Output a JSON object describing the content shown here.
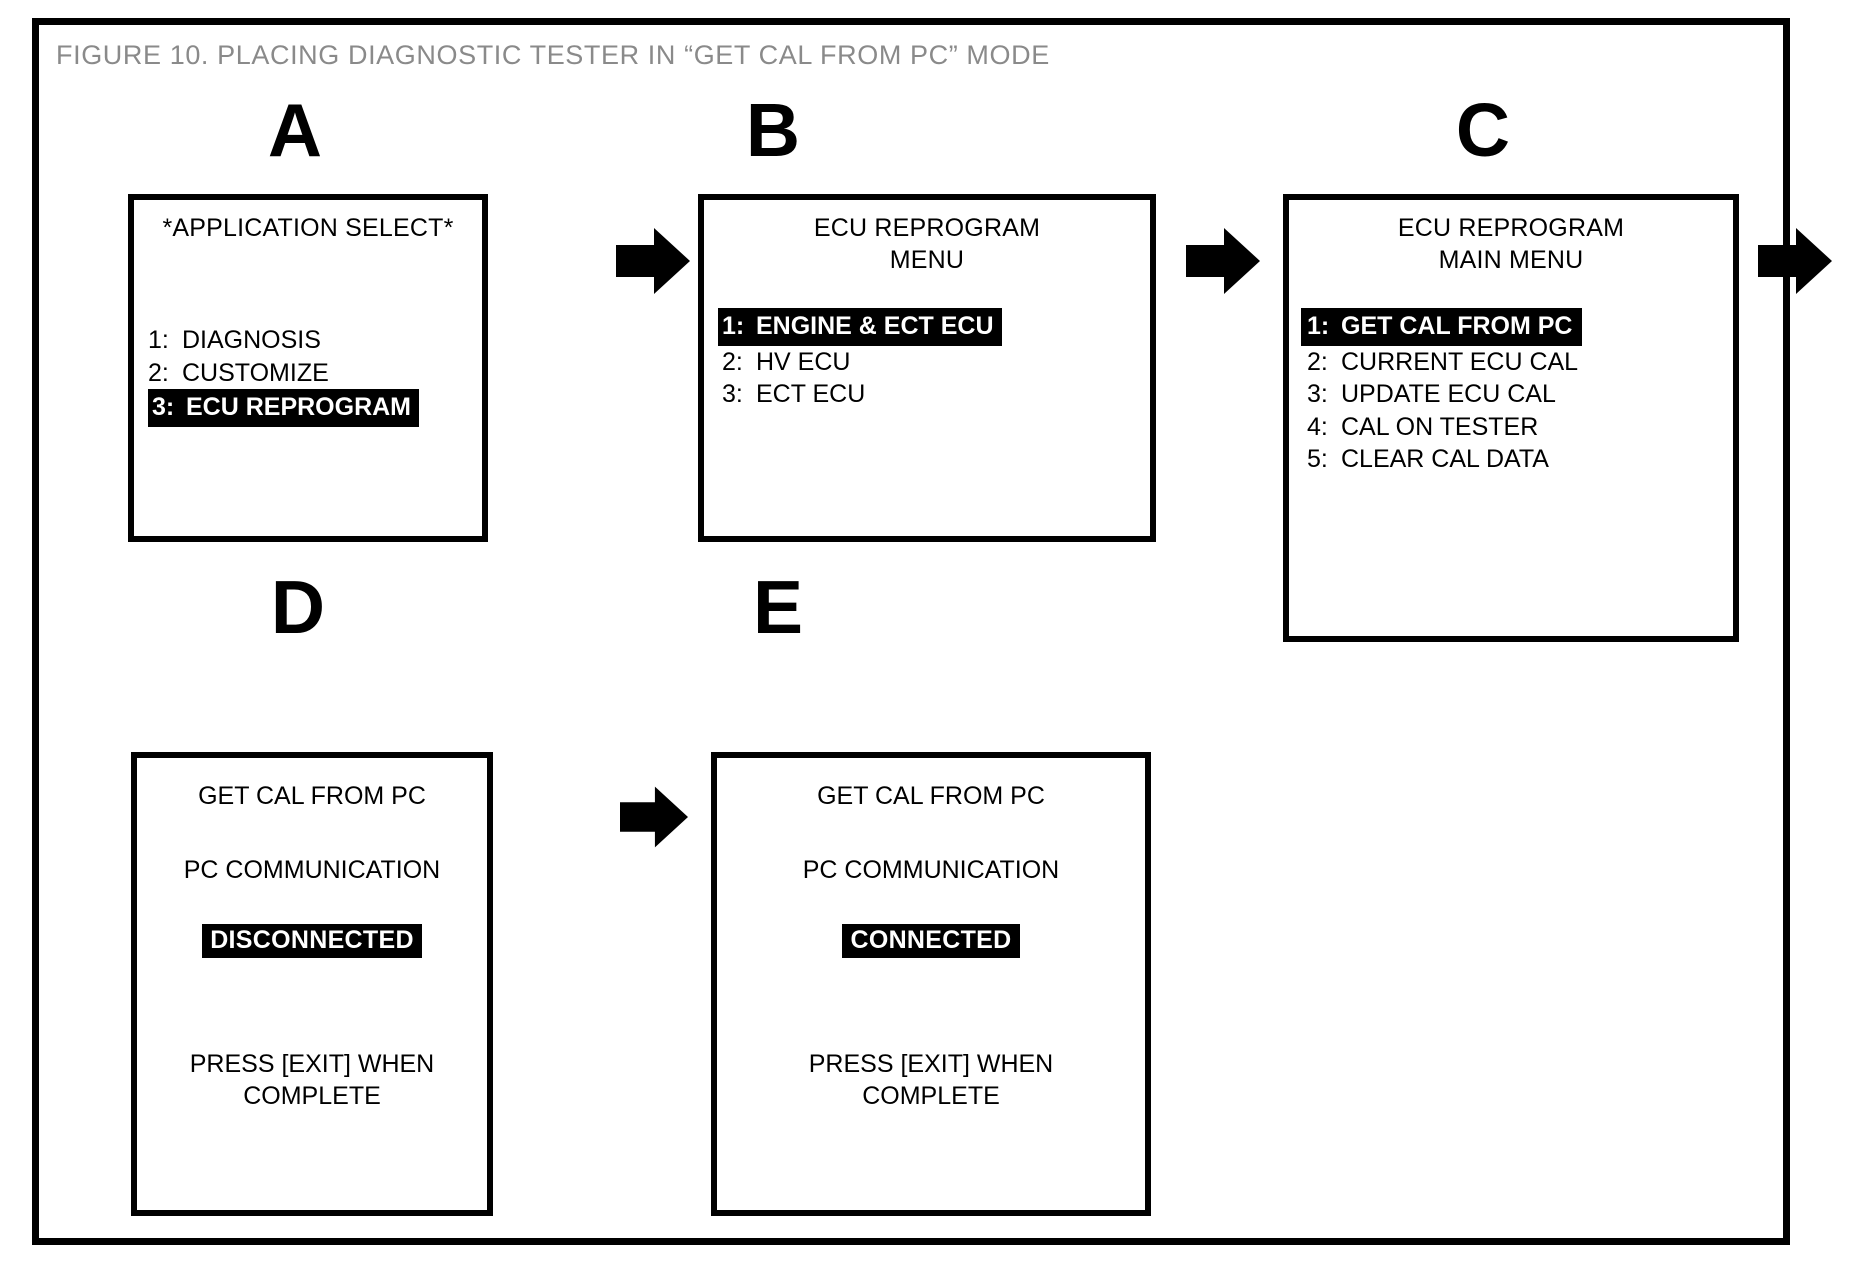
{
  "figure": {
    "caption": "FIGURE 10.  PLACING DIAGNOSTIC TESTER IN “GET CAL FROM PC” MODE",
    "caption_color": "#8a8a8a",
    "frame_color": "#000000",
    "background": "#ffffff",
    "highlight_bg": "#000000",
    "highlight_fg": "#ffffff"
  },
  "panels": {
    "a": {
      "letter": "A",
      "title_line1": "*APPLICATION SELECT*",
      "items": [
        {
          "num": "1:",
          "label": "DIAGNOSIS",
          "selected": false
        },
        {
          "num": "2:",
          "label": "CUSTOMIZE",
          "selected": false
        },
        {
          "num": "3:",
          "label": "ECU REPROGRAM",
          "selected": true
        }
      ]
    },
    "b": {
      "letter": "B",
      "title_line1": "ECU REPROGRAM",
      "title_line2": "MENU",
      "items": [
        {
          "num": "1:",
          "label": "ENGINE & ECT ECU",
          "selected": true
        },
        {
          "num": "2:",
          "label": "HV ECU",
          "selected": false
        },
        {
          "num": "3:",
          "label": "ECT ECU",
          "selected": false
        }
      ]
    },
    "c": {
      "letter": "C",
      "title_line1": "ECU REPROGRAM",
      "title_line2": "MAIN MENU",
      "items": [
        {
          "num": "1:",
          "label": "GET CAL FROM PC",
          "selected": true
        },
        {
          "num": "2:",
          "label": "CURRENT ECU CAL",
          "selected": false
        },
        {
          "num": "3:",
          "label": "UPDATE ECU CAL",
          "selected": false
        },
        {
          "num": "4:",
          "label": "CAL ON TESTER",
          "selected": false
        },
        {
          "num": "5:",
          "label": "CLEAR CAL DATA",
          "selected": false
        }
      ]
    },
    "d": {
      "letter": "D",
      "line1": "GET CAL FROM PC",
      "line2": "PC COMMUNICATION",
      "status": "DISCONNECTED",
      "footer_line1": "PRESS [EXIT] WHEN",
      "footer_line2": "COMPLETE"
    },
    "e": {
      "letter": "E",
      "line1": "GET CAL FROM PC",
      "line2": "PC COMMUNICATION",
      "status": "CONNECTED",
      "footer_line1": "PRESS [EXIT] WHEN",
      "footer_line2": "COMPLETE"
    }
  },
  "arrows": [
    {
      "name": "arrow-a-to-b"
    },
    {
      "name": "arrow-b-to-c"
    },
    {
      "name": "arrow-c-to-d"
    },
    {
      "name": "arrow-d-to-e"
    }
  ]
}
